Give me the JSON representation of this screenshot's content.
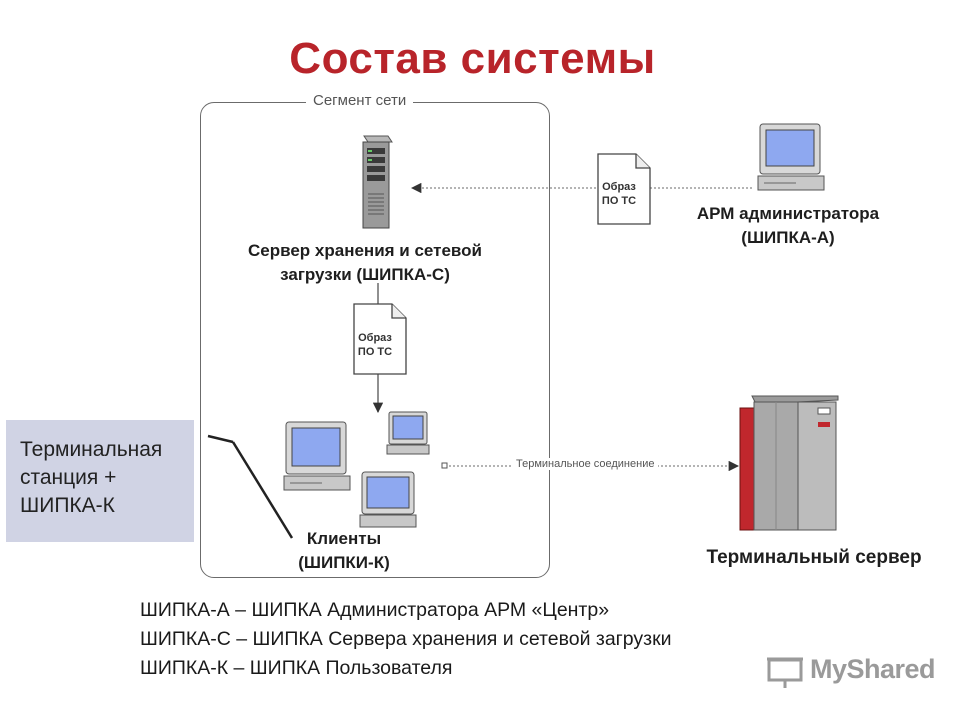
{
  "title": "Состав системы",
  "segment": {
    "label": "Сегмент сети"
  },
  "storage_server": {
    "label_line1": "Сервер хранения и сетевой",
    "label_line2": "загрузки (ШИПКА-С)",
    "icon": "server-tower-icon"
  },
  "admin_workstation": {
    "label_line1": "АРМ администратора",
    "label_line2": "(ШИПКА-А)",
    "icon": "computer-icon"
  },
  "image_doc": {
    "line1": "Образ",
    "line2": "ПО ТС",
    "icon": "document-icon"
  },
  "clients": {
    "label_line1": "Клиенты",
    "label_line2": "(ШИПКИ-К)",
    "icon": "computer-icon"
  },
  "terminal_connection": {
    "label": "Терминальное соединение"
  },
  "terminal_server": {
    "label": "Терминальный сервер",
    "icon": "server-cabinet-icon"
  },
  "terminal_station_callout": {
    "line1": "Терминальная",
    "line2": "станция +",
    "line3": "ШИПКА-К"
  },
  "legend": [
    "ШИПКА-А – ШИПКА Администратора АРМ «Центр»",
    "ШИПКА-С – ШИПКА Сервера хранения и сетевой загрузки",
    "ШИПКА-К – ШИПКА Пользователя"
  ],
  "watermark": {
    "text": "MyShared",
    "icon": "presentation-board-icon"
  },
  "colors": {
    "title": "#b8242a",
    "callout_bg": "#d0d3e4",
    "server_red": "#c0272d",
    "screen": "#8ea8f0"
  }
}
